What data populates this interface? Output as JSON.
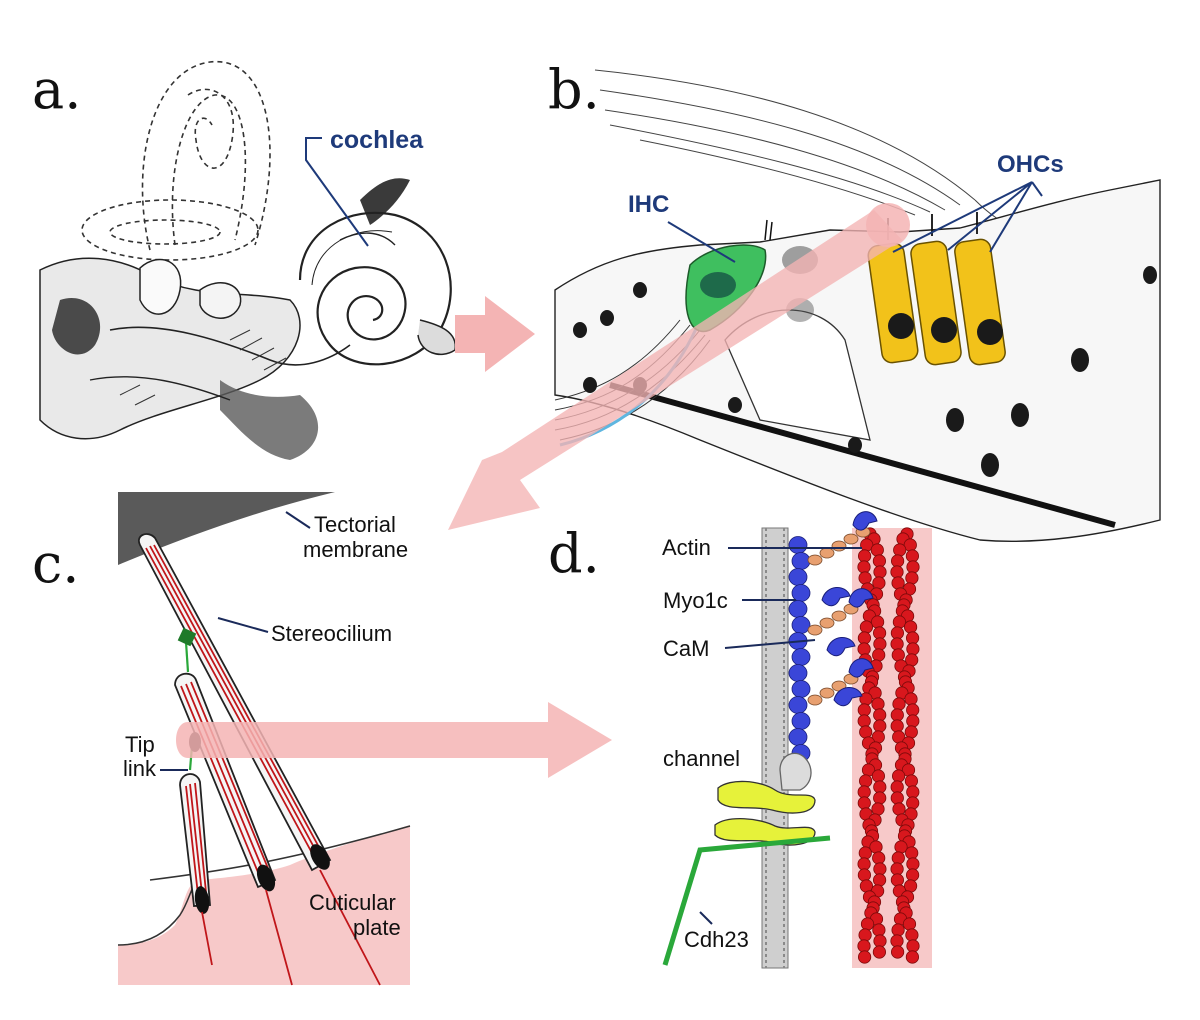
{
  "panels": {
    "a": {
      "letter": "a.",
      "label": "cochlea"
    },
    "b": {
      "letter": "b.",
      "label_ihc": "IHC",
      "label_ohcs": "OHCs"
    },
    "c": {
      "letter": "c.",
      "label_tectorial_1": "Tectorial",
      "label_tectorial_2": "membrane",
      "label_stereocilium": "Stereocilium",
      "label_tip_1": "Tip",
      "label_tip_2": "link",
      "label_cuticular_1": "Cuticular",
      "label_cuticular_2": "plate"
    },
    "d": {
      "letter": "d.",
      "label_actin": "Actin",
      "label_myo1c": "Myo1c",
      "label_cam": "CaM",
      "label_channel": "channel",
      "label_cdh23": "Cdh23"
    }
  },
  "colors": {
    "arrow": "#f4b4b4",
    "label_blue": "#1e3a7a",
    "ihc_green": "#3fbf5f",
    "ohc_yellow": "#f2c21a",
    "actin_red": "#d8171d",
    "myo_blue": "#3a46d8",
    "cam_tan": "#e8a070",
    "channel_yellow": "#e6f23a",
    "cdh23_green": "#2aa83a",
    "tectorial_gray": "#5a5a5a",
    "cuticular_pink": "#f7c9c9"
  }
}
